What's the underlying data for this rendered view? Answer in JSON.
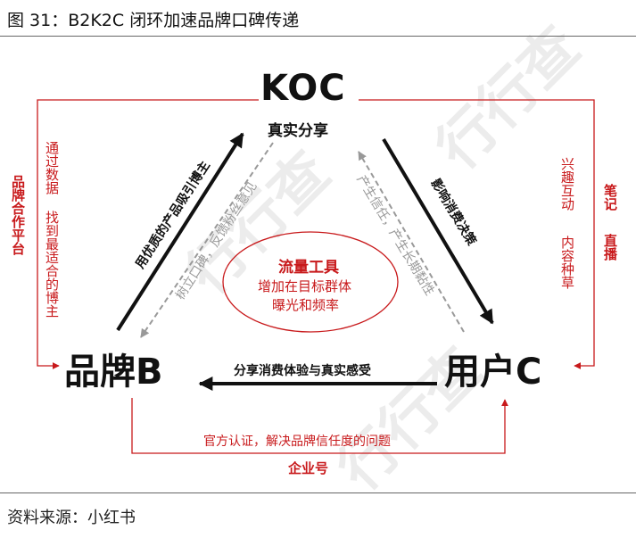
{
  "header": {
    "title": "图 31：B2K2C 闭环加速品牌口碑传递"
  },
  "nodes": {
    "koc": "KOC",
    "koc_sub": "真实分享",
    "brand": "品牌B",
    "user": "用户C"
  },
  "edges": {
    "brand_to_koc": "用优质的产品吸引博主",
    "koc_to_brand": "树立口碑，反馈粉丝意见",
    "koc_to_user": "影响消费决策",
    "user_to_koc": "产生信任，产生长期黏性",
    "user_to_brand": "分享消费体验与真实感受"
  },
  "center": {
    "title": "流量工具",
    "line1": "增加在目标群体",
    "line2": "曝光和频率"
  },
  "outer": {
    "left_label": "品牌合作平台",
    "left_col1": "通过数据",
    "left_col2": "找到最适合的博主",
    "right_label1": "笔记",
    "right_label2": "直播",
    "right_col1": "兴趣互动",
    "right_col2": "内容种草",
    "bottom_text": "官方认证，解决品牌信任度的问题",
    "bottom_label": "企业号"
  },
  "source": "资料来源：小红书",
  "colors": {
    "accent": "#c8191b",
    "dark": "#111111",
    "gray": "#999999"
  }
}
